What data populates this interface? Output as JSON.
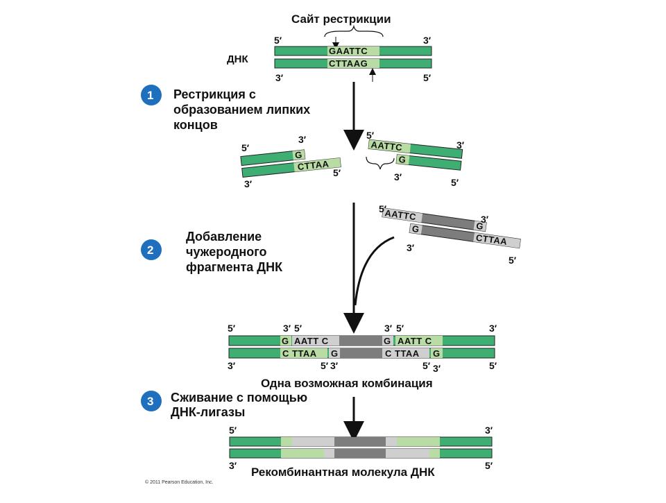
{
  "colors": {
    "dna_green": "#3fae72",
    "sticky_light": "#b9dca4",
    "foreign_gray": "#7d7d7d",
    "foreign_light": "#cfcfcf",
    "step_blue": "#1f6fbf",
    "arrow": "#111111"
  },
  "header": {
    "title": "Сайт рестрикции",
    "dna_label": "ДНК"
  },
  "seq": {
    "site_top": "GAATTC",
    "site_bottom": "CTTAAG",
    "g": "G",
    "cttaa": "CTTAA",
    "aattc": "AATTC",
    "aatt_c": "AATT C",
    "c_ttaa": "C TTAA",
    "c": "C"
  },
  "ends": {
    "five": "5′",
    "three": "3′"
  },
  "steps": [
    {
      "number": "1",
      "lines": [
        "Рестрикция с",
        "образованием липких",
        "концов"
      ]
    },
    {
      "number": "2",
      "lines": [
        "Добавление",
        "чужеродного",
        "фрагмента ДНК"
      ]
    },
    {
      "number": "3",
      "lines": [
        "Сживание с помощью",
        "ДНК-лигазы"
      ]
    }
  ],
  "captions": {
    "combination": "Одна возможная комбинация",
    "recombinant": "Рекомбинантная молекула ДНК",
    "copyright": "© 2011 Pearson Education, Inc."
  }
}
